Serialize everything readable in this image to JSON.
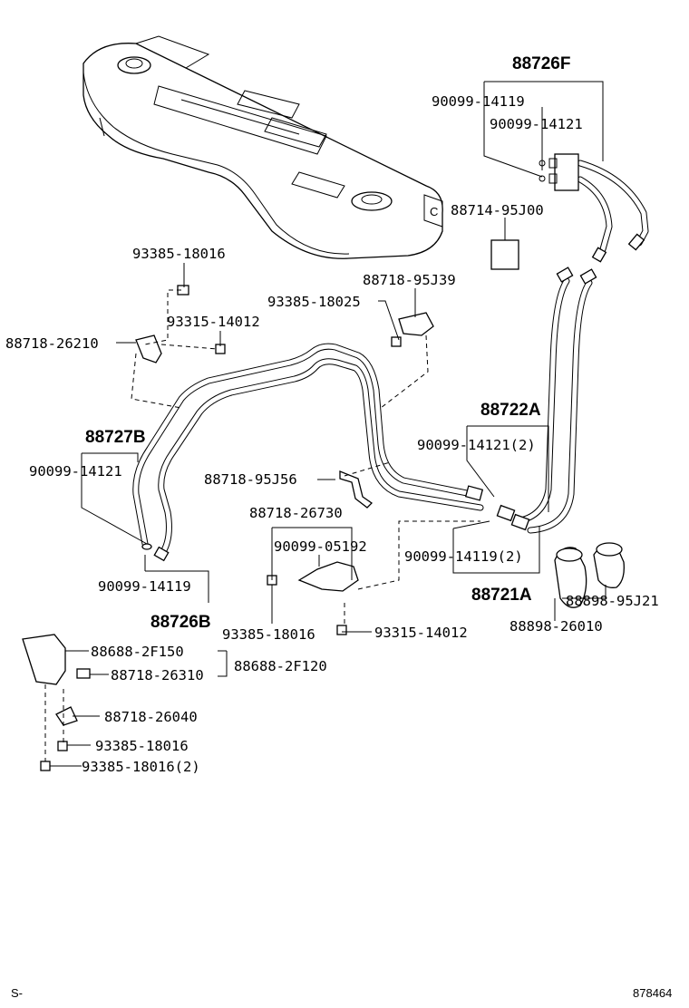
{
  "diagram": {
    "labels": {
      "p88726F": "88726F",
      "p90099_14119_top": "90099-14119",
      "p90099_14121_top": "90099-14121",
      "p88714_95J00": "88714-95J00",
      "p93385_18016_a": "93385-18016",
      "p88718_95J39": "88718-95J39",
      "p93385_18025": "93385-18025",
      "p93315_14012_a": "93315-14012",
      "p88718_26210": "88718-26210",
      "p88722A": "88722A",
      "p90099_14121_2": "90099-14121(2)",
      "p88727B": "88727B",
      "p90099_14121_left": "90099-14121",
      "p88718_95J56": "88718-95J56",
      "p88718_26730": "88718-26730",
      "p90099_05192": "90099-05192",
      "p90099_14119_2": "90099-14119(2)",
      "p88721A": "88721A",
      "p88898_95J21": "88898-95J21",
      "p88898_26010": "88898-26010",
      "p90099_14119_left": "90099-14119",
      "p88726B": "88726B",
      "p93385_18016_b": "93385-18016",
      "p93315_14012_b": "93315-14012",
      "p88688_2F150": "88688-2F150",
      "p88718_26310": "88718-26310",
      "p88688_2F120": "88688-2F120",
      "p88718_26040": "88718-26040",
      "p93385_18016_c": "93385-18016",
      "p93385_18016_2": "93385-18016(2)",
      "tank_mark": "C"
    },
    "footer": {
      "left": "S-",
      "right": "878464"
    }
  }
}
